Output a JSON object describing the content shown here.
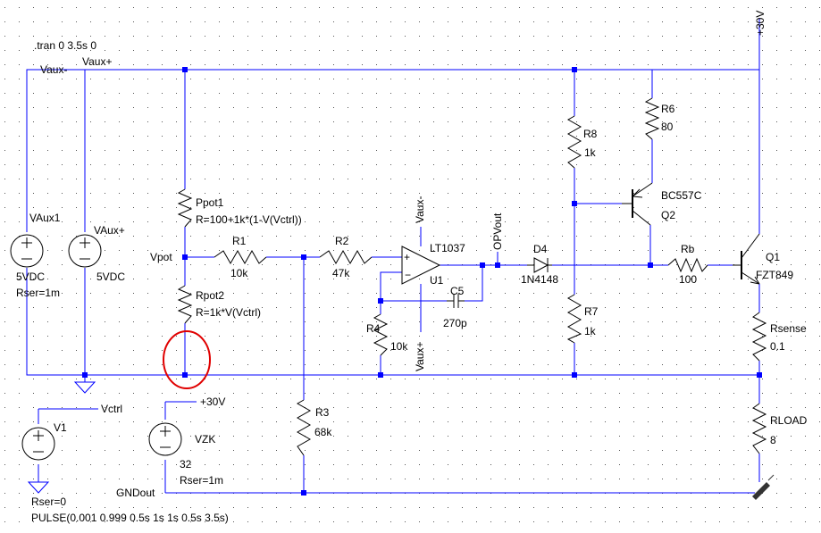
{
  "directive": ".tran 0 3.5s 0",
  "nets": {
    "vaux_minus": "Vaux-",
    "vaux_plus": "Vaux+",
    "vpot": "Vpot",
    "vctrl": "Vctrl",
    "gndout": "GNDout",
    "opvout": "OPVout",
    "v30": "+30V",
    "op_pos_supply": "Vaux+",
    "op_neg_supply": "Vaux-"
  },
  "components": {
    "vaux1": {
      "name": "VAux1",
      "value": "5VDC",
      "extra": "Rser=1m"
    },
    "vauxp": {
      "name": "VAux+",
      "value": "5VDC"
    },
    "ppot1": {
      "name": "Ppot1",
      "value": "R=100+1k*(1-V(Vctrl))"
    },
    "rpot2": {
      "name": "Rpot2",
      "value": "R=1k*V(Vctrl)"
    },
    "r1": {
      "name": "R1",
      "value": "10k"
    },
    "r2": {
      "name": "R2",
      "value": "47k"
    },
    "r3": {
      "name": "R3",
      "value": "68k"
    },
    "r4": {
      "name": "R4",
      "value": "10k"
    },
    "u1": {
      "name": "U1",
      "value": "LT1037"
    },
    "c5": {
      "name": "C5",
      "value": "270p"
    },
    "d4": {
      "name": "D4",
      "value": "1N4148"
    },
    "r8": {
      "name": "R8",
      "value": "1k"
    },
    "r7": {
      "name": "R7",
      "value": "1k"
    },
    "r6": {
      "name": "R6",
      "value": "80"
    },
    "q2": {
      "name": "Q2",
      "value": "BC557C"
    },
    "rb": {
      "name": "Rb",
      "value": "100"
    },
    "q1": {
      "name": "Q1",
      "value": "FZT849"
    },
    "rsense": {
      "name": "Rsense",
      "value": "0.1"
    },
    "rload": {
      "name": "RLOAD",
      "value": "8"
    },
    "v1": {
      "name": "V1",
      "value": "Rser=0",
      "extra": "PULSE(0.001 0.999 0.5s 1s 1s 0.5s 3.5s)"
    },
    "vzk": {
      "name": "VZK",
      "value": "32",
      "extra": "Rser=1m"
    }
  },
  "highlight_color": "#e00000",
  "wire_color": "#0000ff"
}
